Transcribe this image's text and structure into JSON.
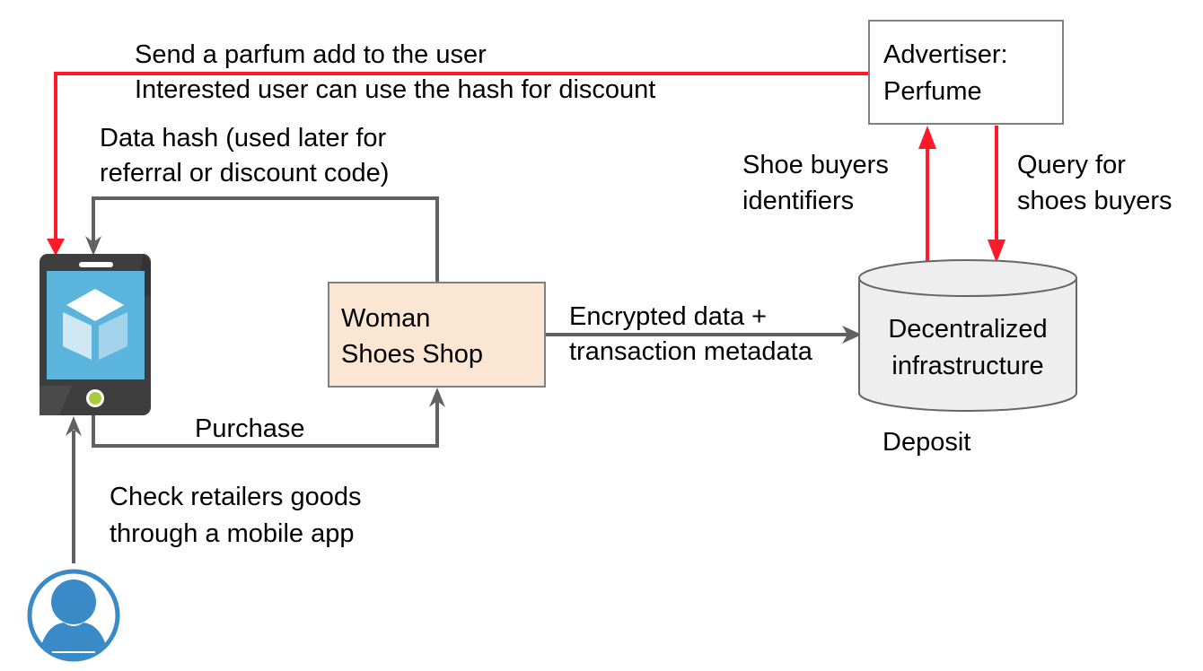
{
  "colors": {
    "red_arrow": "#ff1a2a",
    "gray_arrow": "#616161",
    "shop_fill": "#fbe5d3",
    "db_fill": "#eeeeee",
    "phone_body": "#3e3e3e",
    "phone_screen": "#5ab4dc",
    "phone_button": "#a9cc3c",
    "user_blue": "#3a8ac8"
  },
  "icons": {
    "phone": "smartphone-icon",
    "user": "user-avatar-icon"
  },
  "nodes": {
    "advertiser": {
      "line1": "Advertiser:",
      "line2": "Perfume"
    },
    "shop": {
      "line1": "Woman",
      "line2": "Shoes Shop"
    },
    "database": {
      "line1": "Decentralized",
      "line2": "infrastructure",
      "caption": "Deposit"
    }
  },
  "edges": {
    "ad_to_user": {
      "line1": "Send a parfum add to the user",
      "line2": "Interested user can use the hash for discount"
    },
    "hash_to_phone": {
      "line1": "Data hash (used later for",
      "line2": "referral or discount code)"
    },
    "purchase": {
      "label": "Purchase"
    },
    "shop_to_db": {
      "line1": "Encrypted data +",
      "line2": "transaction metadata"
    },
    "db_to_advertiser": {
      "line1": "Shoe buyers",
      "line2": "identifiers"
    },
    "advertiser_to_db": {
      "line1": "Query for",
      "line2": "shoes buyers"
    },
    "user_to_phone": {
      "line1": "Check retailers goods",
      "line2": "through a mobile app"
    }
  }
}
